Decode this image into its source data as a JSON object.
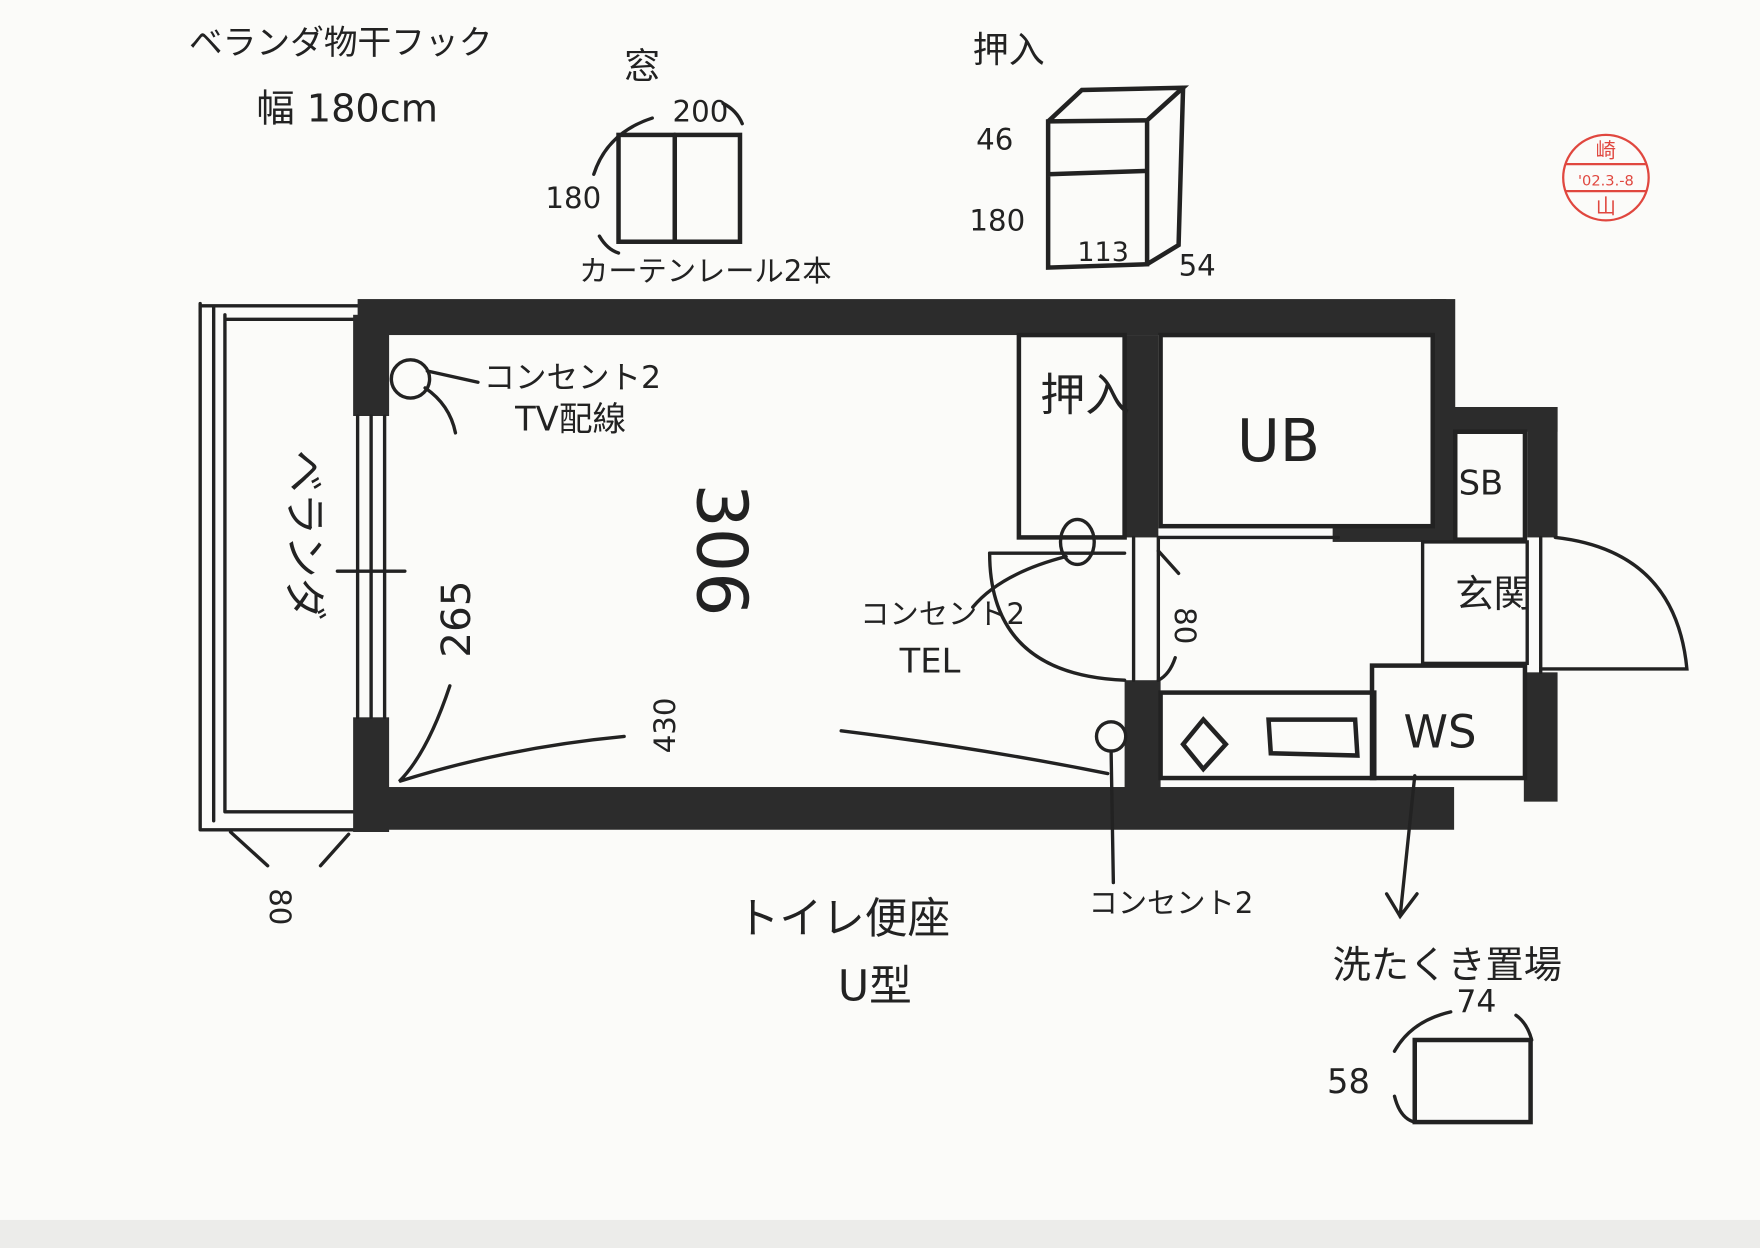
{
  "notes": {
    "veranda_hook": "ベランダ物干フック",
    "veranda_width": "幅 180cm"
  },
  "window": {
    "label": "窓",
    "width": "200",
    "height": "180",
    "curtain": "カーテンレール2本"
  },
  "closet_sketch": {
    "label": "押入",
    "top": "46",
    "height": "180",
    "width": "113",
    "depth": "54"
  },
  "rooms": {
    "veranda": "ベランダ",
    "closet": "押入",
    "bath": "UB",
    "shoe_box": "SB",
    "entrance": "玄関",
    "washstand": "WS"
  },
  "outlets": {
    "tv_outlet": "コンセント2",
    "tv_wiring": "TV配線",
    "tel_outlet": "コンセント2",
    "tel": "TEL",
    "bottom_outlet": "コンセント2"
  },
  "dimensions": {
    "room_length": "306",
    "window_height": "265",
    "door_width": "430",
    "hall_width": "80",
    "veranda_gap": "80"
  },
  "toilet": {
    "line1": "トイレ便座",
    "line2": "U型"
  },
  "washer": {
    "label": "洗たくき置場",
    "width": "74",
    "depth": "58"
  },
  "stamp": {
    "top": "崎",
    "date": "'02.3.-8",
    "bottom": "山",
    "color": "#e0473f"
  }
}
